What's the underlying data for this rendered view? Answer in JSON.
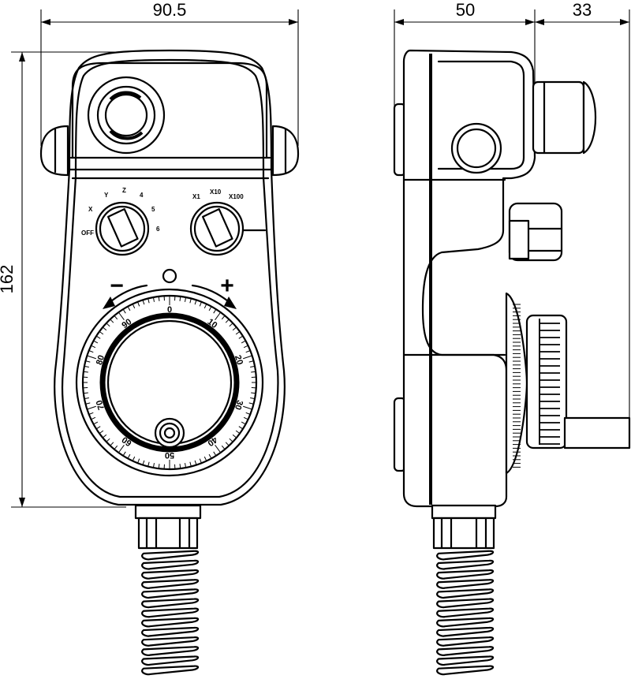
{
  "dimensions": {
    "front_width": "90.5",
    "side_depth": "50",
    "wheel_depth": "33",
    "height": "162"
  },
  "front": {
    "minus_sign": "−",
    "plus_sign": "+",
    "axis_selector_labels": [
      "X",
      "Y",
      "Z",
      "4",
      "5",
      "6"
    ],
    "axis_off_label": "OFF",
    "step_labels": [
      "X1",
      "X10",
      "X100"
    ],
    "dial_numbers": [
      "0",
      "10",
      "20",
      "30",
      "40",
      "50",
      "60",
      "70",
      "80",
      "90"
    ]
  }
}
